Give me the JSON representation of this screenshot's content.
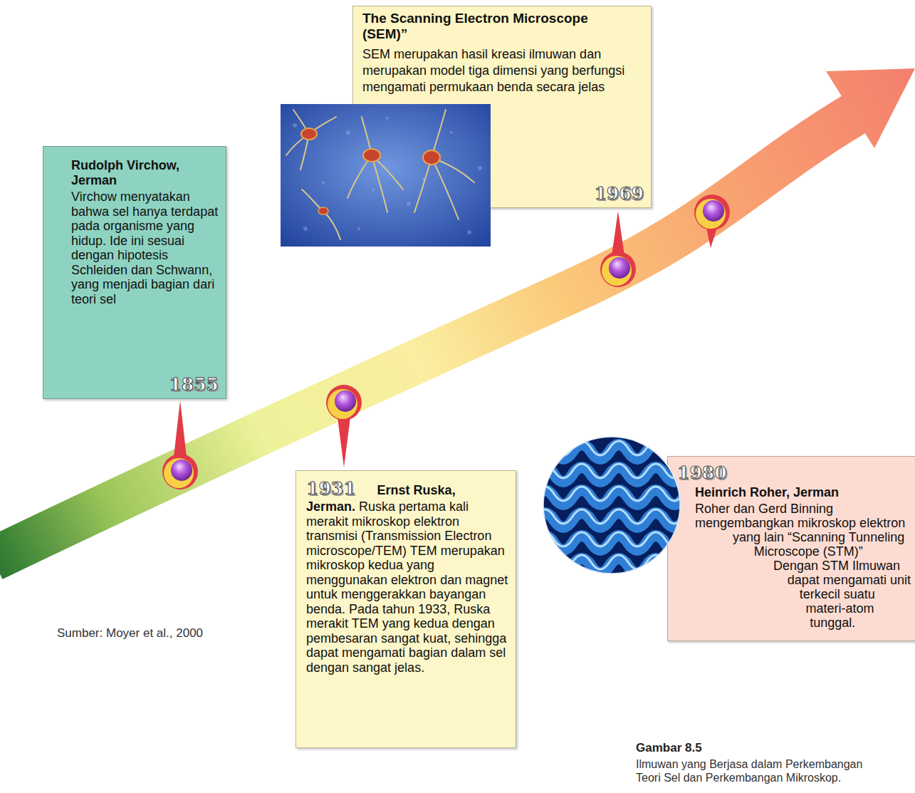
{
  "diagram": {
    "caption": "Ilmuwan yang Berjasa dalam Perkembangan Teori Sel dan Perkembangan Mikroskop.",
    "nodes": [
      {
        "text": [
          "Rudolph Virchow, Jerman",
          "Virchow menyatakan bahwa sel hanya terdapat pada organisme yang hidup. Ide ini sesuai dengan hipotesis Schleiden dan Schwann, yang menjadi bagian dari teori sel",
          "1855"
        ]
      },
      {
        "text": [
          "1931",
          "Ernst Ruska, Jerman.",
          "Ruska pertama kali merakit mikroskop elektron transmisi (Transmission Electron microscope/TEM) TEM merupakan mikroskop kedua yang menggunakan elektron dan magnet untuk menggerakkan bayangan benda. Pada tahun 1933, Ruska merakit TEM yang kedua dengan pembesaran sangat kuat, sehingga dapat mengamati bagian dalam sel dengan sangat jelas."
        ]
      },
      {
        "text": [
          "The Scanning Electron Microscope (SEM)”",
          "SEM merupakan hasil kreasi ilmuwan dan merupakan model tiga dimensi yang berfungsi mengamati permukaan benda secara jelas",
          "1969"
        ]
      },
      {
        "text": [
          "1980",
          "Heinrich Roher, Jerman",
          "Roher dan Gerd Binning mengembangkan mikroskop elektron yang lain “Scanning Tunneling Microscope (STM)” Dengan STM Ilmuwan dapat mengamati unit terkecil suatu materi-atom tunggal."
        ]
      }
    ],
    "labels": [
      "Sumber: Moyer et al., 2000",
      "Gambar 8.5"
    ]
  }
}
